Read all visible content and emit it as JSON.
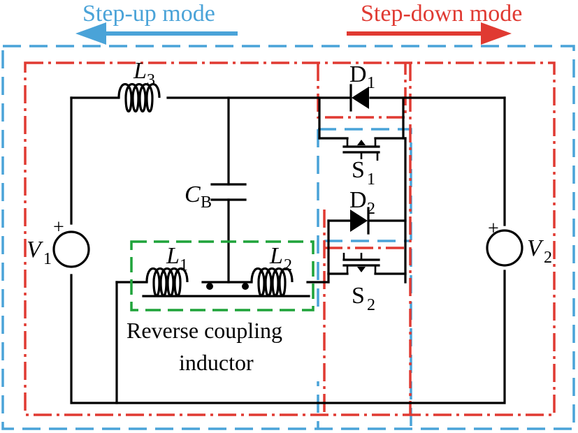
{
  "modes": {
    "step_up": {
      "label": "Step-up mode",
      "color": "#4aa3d8"
    },
    "step_down": {
      "label": "Step-down mode",
      "color": "#e03a32"
    }
  },
  "coupling_box_color": "#1fa33a",
  "components": {
    "L3": {
      "sym": "L",
      "sub": "3"
    },
    "L1": {
      "sym": "L",
      "sub": "1"
    },
    "L2": {
      "sym": "L",
      "sub": "2"
    },
    "CB": {
      "sym": "C",
      "sub": "B"
    },
    "D1": {
      "sym": "D",
      "sub": "1"
    },
    "D2": {
      "sym": "D",
      "sub": "2"
    },
    "S1": {
      "sym": "S",
      "sub": "1"
    },
    "S2": {
      "sym": "S",
      "sub": "2"
    },
    "V1": {
      "sym": "V",
      "sub": "1",
      "polarity": "+"
    },
    "V2": {
      "sym": "V",
      "sub": "2",
      "polarity": "+"
    }
  },
  "annotation": {
    "line1": "Reverse coupling",
    "line2": "inductor"
  }
}
